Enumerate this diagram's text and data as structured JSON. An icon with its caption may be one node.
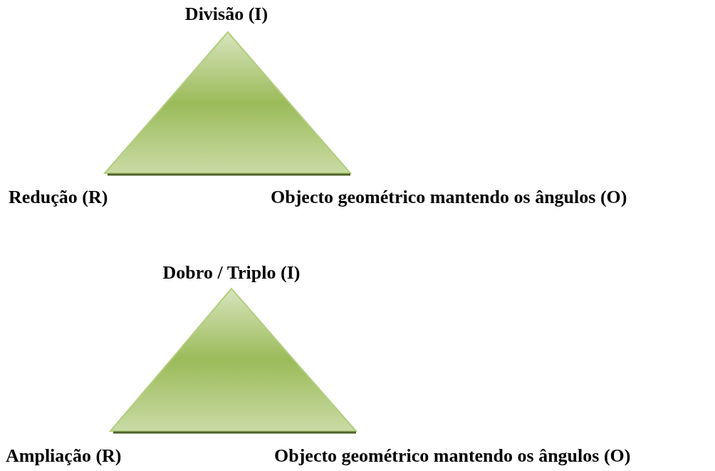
{
  "diagram": {
    "nodes": [
      {
        "text": [
          "Divisão (I)",
          "Redução (R)",
          "Objecto geométrico mantendo os ângulos (O)"
        ]
      },
      {
        "text": [
          "Dobro / Triplo (I)",
          "Ampliação (R)",
          "Objecto geométrico mantendo os ângulos (O)"
        ]
      }
    ]
  }
}
